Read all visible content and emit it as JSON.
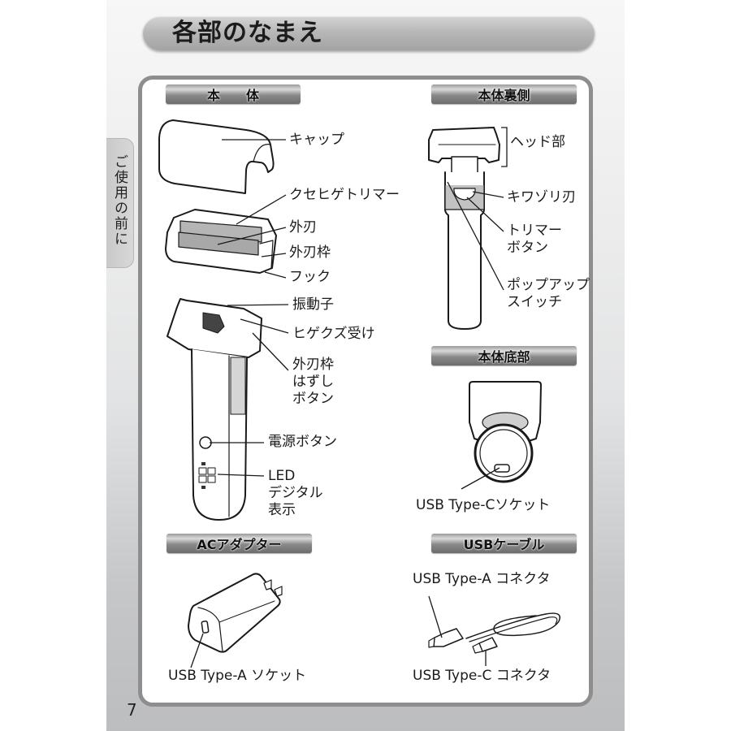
{
  "page": {
    "title": "各部のなまえ",
    "side_tab": "ご使用の前に",
    "page_number": "7"
  },
  "sections": {
    "body": {
      "heading": "本　　体",
      "labels": {
        "cap": "キャップ",
        "trimmer": "クセヒゲトリマー",
        "outer_blade": "外刃",
        "outer_blade_frame": "外刃枠",
        "hook": "フック",
        "vibrator": "振動子",
        "hair_catcher": "ヒゲクズ受け",
        "frame_release": "外刃枠\nはずし\nボタン",
        "power_button": "電源ボタン",
        "led_display": "LED\nデジタル\n表示"
      }
    },
    "body_back": {
      "heading": "本体裏側",
      "labels": {
        "head": "ヘッド部",
        "edge_blade": "キワゾリ刃",
        "trimmer_button": "トリマー\nボタン",
        "popup_switch": "ポップアップ\nスイッチ"
      }
    },
    "body_bottom": {
      "heading": "本体底部",
      "labels": {
        "usb_c_socket": "USB Type-Cソケット"
      }
    },
    "ac_adapter": {
      "heading": "ACアダプター",
      "labels": {
        "usb_a_socket": "USB Type-A ソケット"
      }
    },
    "usb_cable": {
      "heading": "USBケーブル",
      "labels": {
        "usb_a_connector": "USB Type-A コネクタ",
        "usb_c_connector": "USB Type-C コネクタ"
      }
    }
  },
  "colors": {
    "panel_border": "#8e8e8e",
    "heading_bar": "#8a8a8a",
    "text": "#1a1a1a"
  }
}
